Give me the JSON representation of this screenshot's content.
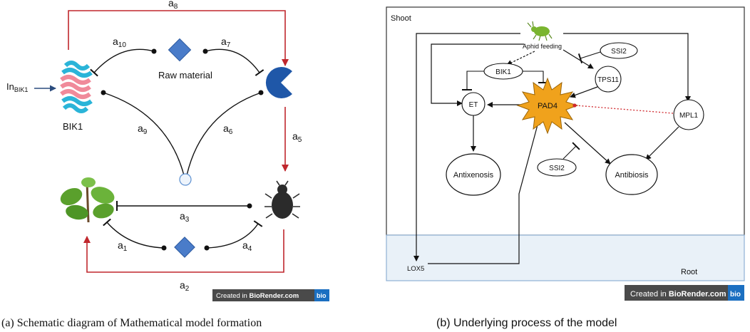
{
  "panel_a": {
    "caption": "(a) Schematic diagram of Mathematical model formation",
    "input_label": {
      "main": "In",
      "sub": "BIK1"
    },
    "bik1_label": "BIK1",
    "raw_material_label": "Raw material",
    "edges": {
      "a1": {
        "main": "a",
        "sub": "1"
      },
      "a2": {
        "main": "a",
        "sub": "2"
      },
      "a3": {
        "main": "a",
        "sub": "3"
      },
      "a4": {
        "main": "a",
        "sub": "4"
      },
      "a5": {
        "main": "a",
        "sub": "5"
      },
      "a6": {
        "main": "a",
        "sub": "6"
      },
      "a7": {
        "main": "a",
        "sub": "7"
      },
      "a8": {
        "main": "a",
        "sub": "8"
      },
      "a9": {
        "main": "a",
        "sub": "9"
      },
      "a10": {
        "main": "a",
        "sub": "10"
      }
    },
    "badge": {
      "prefix": "Created in ",
      "brand": "BioRender.com",
      "logo": "bio"
    }
  },
  "panel_b": {
    "caption": "(b) Underlying process of the model",
    "shoot_label": "Shoot",
    "root_label": "Root",
    "nodes": {
      "aphid_feeding": "Aphid feeding",
      "ssi2_top": "SSI2",
      "bik1": "BIK1",
      "tps11": "TPS11",
      "et": "ET",
      "pad4": "PAD4",
      "mpl1": "MPL1",
      "ssi2_bottom": "SSI2",
      "antixenosis": "Antixenosis",
      "antibiosis": "Antibiosis",
      "lox5": "LOX5"
    },
    "badge": {
      "prefix": "Created in ",
      "brand": "BioRender.com",
      "logo": "bio"
    }
  },
  "colors": {
    "red_arrow": "#c0272d",
    "input_arrow": "#2b4c7e",
    "diamond": "#4a7cc9",
    "pacman": "#1f57a8",
    "pad4_fill": "#f0a21c",
    "root_fill": "#e9f1f8",
    "root_border": "#8fb0d4"
  },
  "icons": {
    "protein": "bik1-protein-icon",
    "plant": "plant-icon",
    "beetle": "aphid-beetle-icon",
    "aphid": "aphid-icon",
    "enzyme": "pacman-enzyme-icon"
  }
}
